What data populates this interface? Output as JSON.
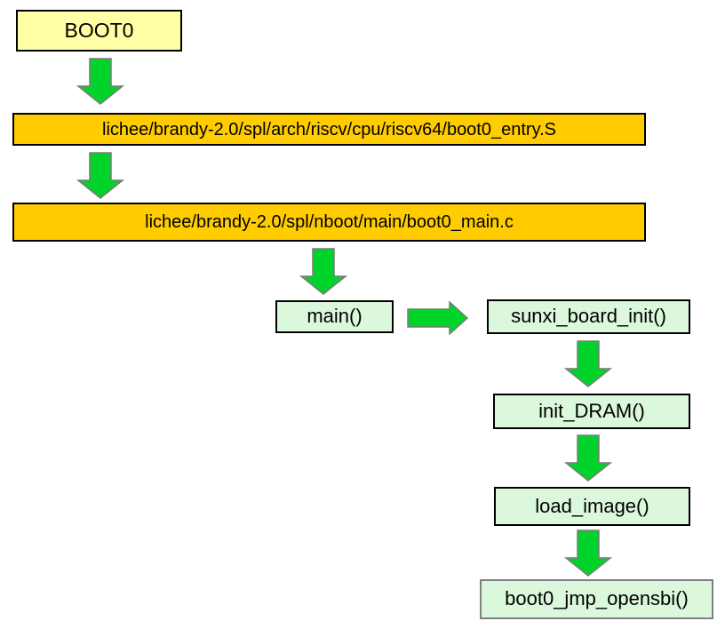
{
  "diagram": {
    "type": "flowchart",
    "description_visible_text_only": true
  },
  "colors": {
    "background": "#ffffff",
    "node_yellow": "#ffffa6",
    "node_orange": "#ffcc00",
    "node_green": "#dcf8dc",
    "arrow_fill": "#00d42a",
    "arrow_outline": "#7a7a7a",
    "border_black": "#000000",
    "border_gray": "#808080",
    "text": "#000000"
  },
  "nodes": {
    "boot0": {
      "label": "BOOT0",
      "fill": "#ffffa6"
    },
    "entry_file": {
      "label": "lichee/brandy-2.0/spl/arch/riscv/cpu/riscv64/boot0_entry.S",
      "fill": "#ffcc00"
    },
    "main_file": {
      "label": "lichee/brandy-2.0/spl/nboot/main/boot0_main.c",
      "fill": "#ffcc00"
    },
    "main_fn": {
      "label": "main()",
      "fill": "#dcf8dc"
    },
    "sunxi_board_init": {
      "label": "sunxi_board_init()",
      "fill": "#dcf8dc"
    },
    "init_dram": {
      "label": "init_DRAM()",
      "fill": "#dcf8dc"
    },
    "load_image": {
      "label": "load_image()",
      "fill": "#dcf8dc"
    },
    "boot0_jmp_opensbi": {
      "label": "boot0_jmp_opensbi()",
      "fill": "#dcf8dc"
    }
  },
  "edges": [
    {
      "from": "boot0",
      "to": "entry_file",
      "direction": "down"
    },
    {
      "from": "entry_file",
      "to": "main_file",
      "direction": "down"
    },
    {
      "from": "main_file",
      "to": "main_fn",
      "direction": "down"
    },
    {
      "from": "main_fn",
      "to": "sunxi_board_init",
      "direction": "right"
    },
    {
      "from": "sunxi_board_init",
      "to": "init_dram",
      "direction": "down"
    },
    {
      "from": "init_dram",
      "to": "load_image",
      "direction": "down"
    },
    {
      "from": "load_image",
      "to": "boot0_jmp_opensbi",
      "direction": "down"
    }
  ]
}
